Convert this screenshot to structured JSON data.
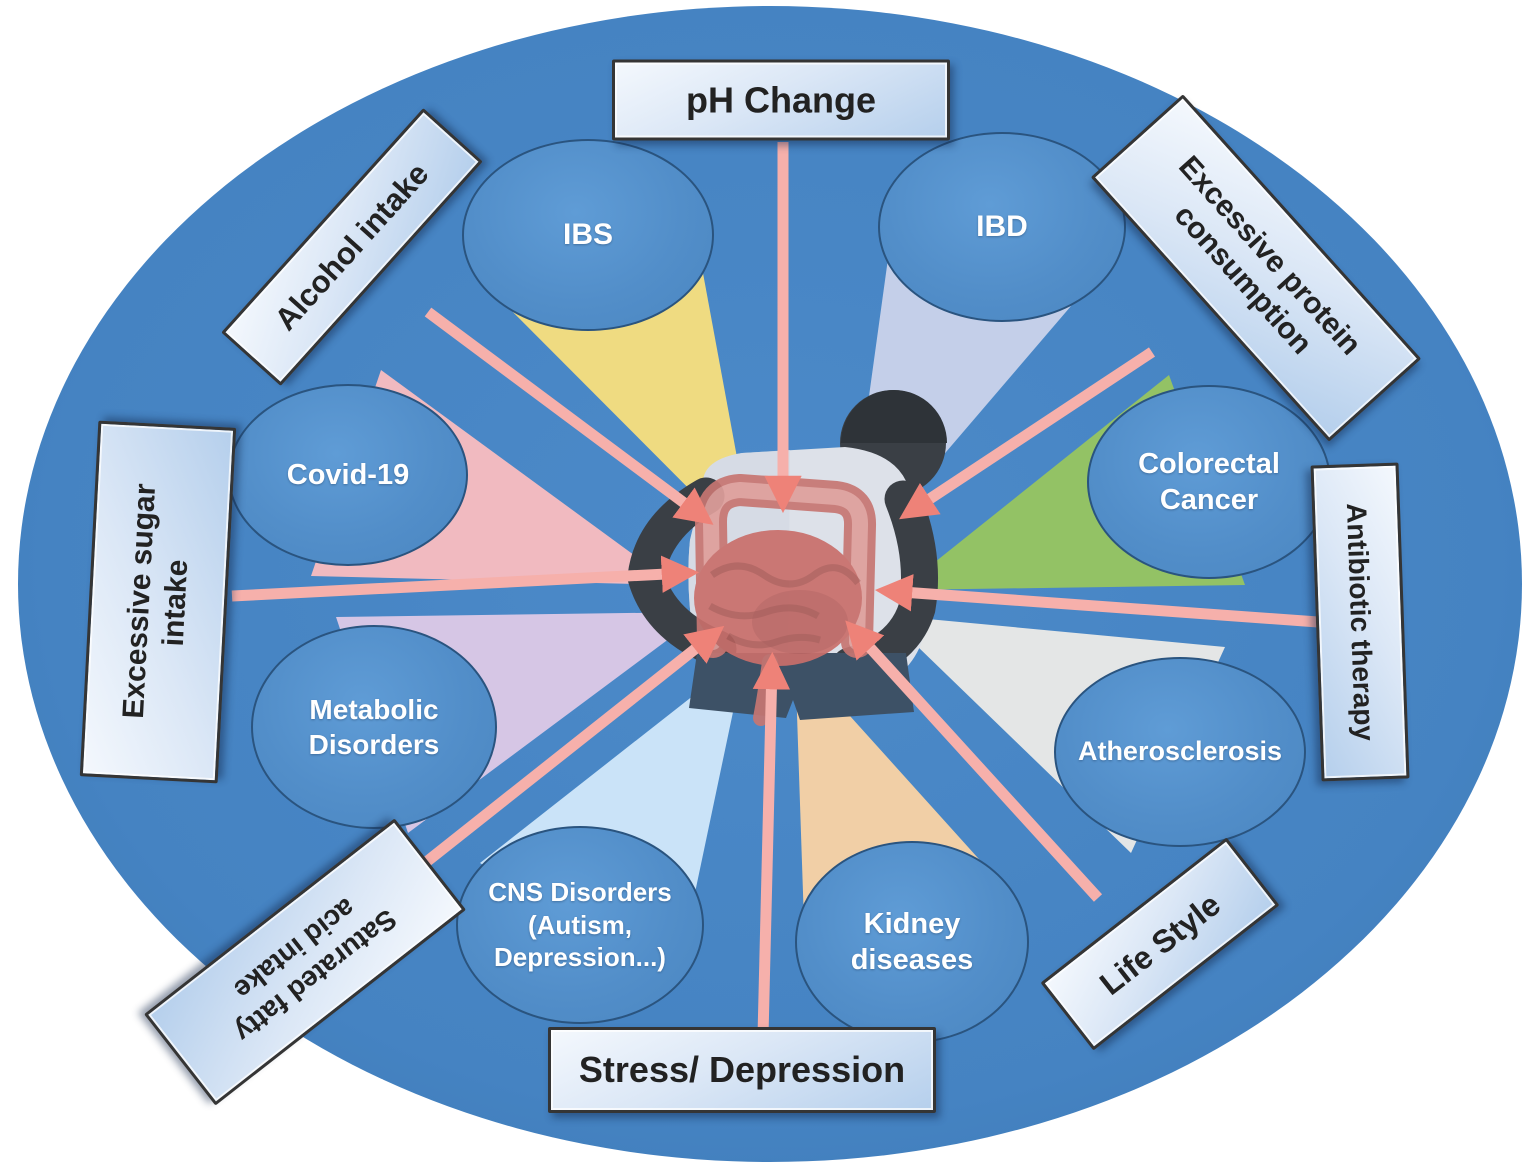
{
  "figure_type": "gut-microbiota-factors-diagram",
  "colors": {
    "background": "#ffffff",
    "ellipse": "#4583c2",
    "circle_fill": "#5694cf",
    "circle_border": "#2a547f",
    "box_border": "#353535",
    "box_fill_light": "#f4f8fd",
    "box_fill_dark": "#b5cfec",
    "arrow_shaft": "#f6b0ab",
    "arrow_head": "#ee8278"
  },
  "center_icon": "person-holding-inflamed-gut",
  "factors": [
    {
      "id": "ph-change",
      "label": "pH Change"
    },
    {
      "id": "alcohol-intake",
      "label": "Alcohol intake"
    },
    {
      "id": "excessive-protein-consumption",
      "label": "Excessive protein\nconsumption"
    },
    {
      "id": "excessive-sugar-intake",
      "label": "Excessive sugar\nintake"
    },
    {
      "id": "antibiotic-therapy",
      "label": "Antibiotic therapy"
    },
    {
      "id": "saturated-fatty-acid-intake",
      "label": "Saturated fatty\nacid intake"
    },
    {
      "id": "life-style",
      "label": "Life Style"
    },
    {
      "id": "stress-depression",
      "label": "Stress/ Depression"
    }
  ],
  "diseases": [
    {
      "id": "ibs",
      "label": "IBS",
      "cone_color": "#f6df7e"
    },
    {
      "id": "ibd",
      "label": "IBD",
      "cone_color": "#c9d2ea"
    },
    {
      "id": "covid-19",
      "label": "Covid-19",
      "cone_color": "#f8bcc0"
    },
    {
      "id": "colorectal-cancer",
      "label": "Colorectal\nCancer",
      "cone_color": "#96c561"
    },
    {
      "id": "metabolic-disorders",
      "label": "Metabolic\nDisorders",
      "cone_color": "#dcc9e6"
    },
    {
      "id": "atherosclerosis",
      "label": "Atherosclerosis",
      "cone_color": "#eaeae7"
    },
    {
      "id": "cns-disorders",
      "label": "CNS Disorders\n(Autism,\nDepression...)",
      "cone_color": "#cfe7fa"
    },
    {
      "id": "kidney-diseases",
      "label": "Kidney\ndiseases",
      "cone_color": "#f8d2a4"
    }
  ]
}
